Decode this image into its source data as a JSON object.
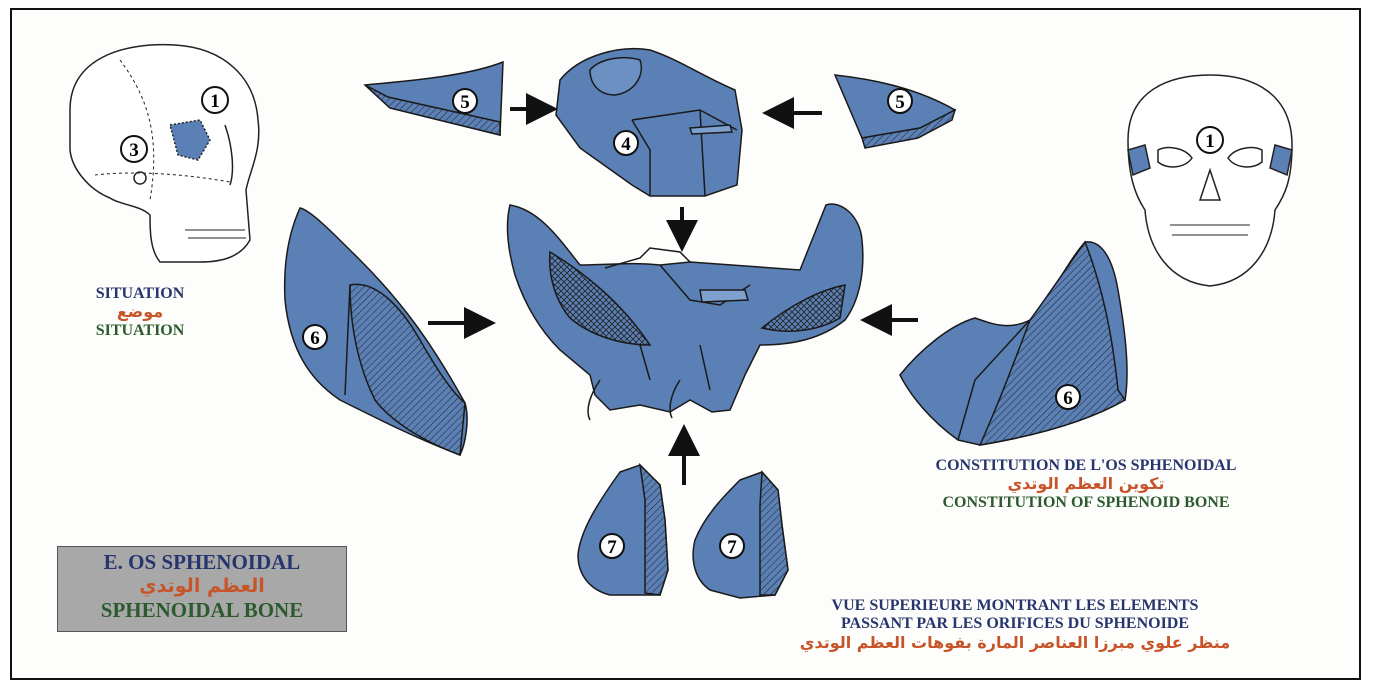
{
  "title_box": {
    "line_fr": "E. OS SPHENOIDAL",
    "line_ar": "العظم الوتدي",
    "line_en": "SPHENOIDAL BONE"
  },
  "situation": {
    "fr": "SITUATION",
    "ar": "موضع",
    "en": "SITUATION"
  },
  "constitution": {
    "fr": "CONSTITUTION DE L'OS SPHENOIDAL",
    "ar": "تكوين العظم الوتدي",
    "en": "CONSTITUTION OF SPHENOID BONE"
  },
  "vue": {
    "fr_line1": "VUE SUPERIEURE MONTRANT LES ELEMENTS",
    "fr_line2": "PASSANT PAR LES ORIFICES DU SPHENOIDE",
    "ar": "منظر علوي مبرزا العناصر المارة بفوهات العظم الوتدي"
  },
  "markers": {
    "skull_lateral_1": "1",
    "skull_lateral_3": "3",
    "skull_frontal_1": "1",
    "lesser_wing_left": "5",
    "lesser_wing_right": "5",
    "body": "4",
    "greater_wing_left": "6",
    "greater_wing_right": "6",
    "pterygoid_left": "7",
    "pterygoid_right": "7"
  },
  "colors": {
    "bone_blue": "#5b80b5",
    "outline": "#1a1a1a",
    "title_box_bg": "#a8a8a8"
  }
}
